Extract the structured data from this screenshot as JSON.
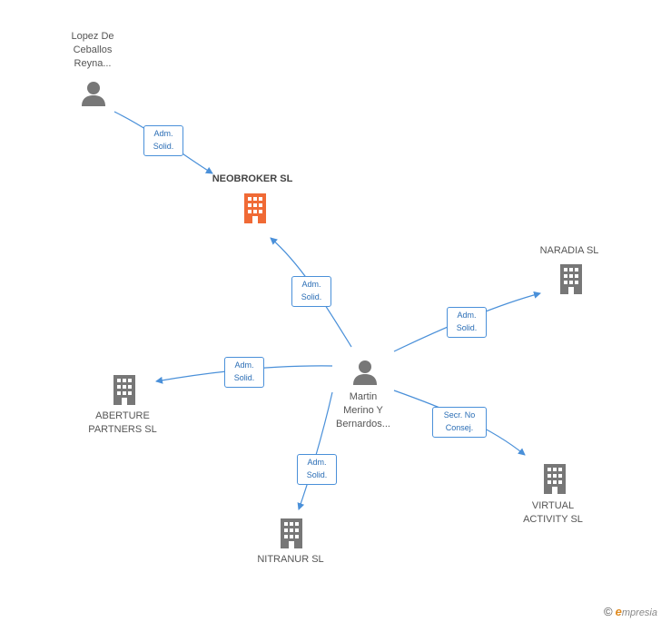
{
  "nodes": {
    "person_lopez": {
      "label_lines": [
        "Lopez De",
        "Ceballos",
        "Reyna..."
      ],
      "icon": "person-icon"
    },
    "person_martin": {
      "label_lines": [
        "Martin",
        "Merino Y",
        "Bernardos..."
      ],
      "icon": "person-icon"
    },
    "neobroker": {
      "label_lines": [
        "NEOBROKER SL"
      ],
      "icon": "building-icon",
      "color": "#f06a35"
    },
    "naradia": {
      "label_lines": [
        "NARADIA SL"
      ],
      "icon": "building-icon",
      "color": "#777777"
    },
    "aberture": {
      "label_lines": [
        "ABERTURE",
        "PARTNERS SL"
      ],
      "icon": "building-icon",
      "color": "#777777"
    },
    "nitranur": {
      "label_lines": [
        "NITRANUR SL"
      ],
      "icon": "building-icon",
      "color": "#777777"
    },
    "virtual": {
      "label_lines": [
        "VIRTUAL",
        "ACTIVITY SL"
      ],
      "icon": "building-icon",
      "color": "#777777"
    }
  },
  "edges": [
    {
      "from": "person_lopez",
      "to": "neobroker",
      "label_lines": [
        "Adm.",
        "Solid."
      ]
    },
    {
      "from": "person_martin",
      "to": "neobroker",
      "label_lines": [
        "Adm.",
        "Solid."
      ]
    },
    {
      "from": "person_martin",
      "to": "naradia",
      "label_lines": [
        "Adm.",
        "Solid."
      ]
    },
    {
      "from": "person_martin",
      "to": "aberture",
      "label_lines": [
        "Adm.",
        "Solid."
      ]
    },
    {
      "from": "person_martin",
      "to": "nitranur",
      "label_lines": [
        "Adm.",
        "Solid."
      ]
    },
    {
      "from": "person_martin",
      "to": "virtual",
      "label_lines": [
        "Secr. No",
        "Consej."
      ]
    }
  ],
  "colors": {
    "edge": "#4a90d9",
    "person": "#777777"
  },
  "footer": {
    "copyright": "©",
    "brand_initial": "e",
    "brand_rest": "mpresia"
  }
}
